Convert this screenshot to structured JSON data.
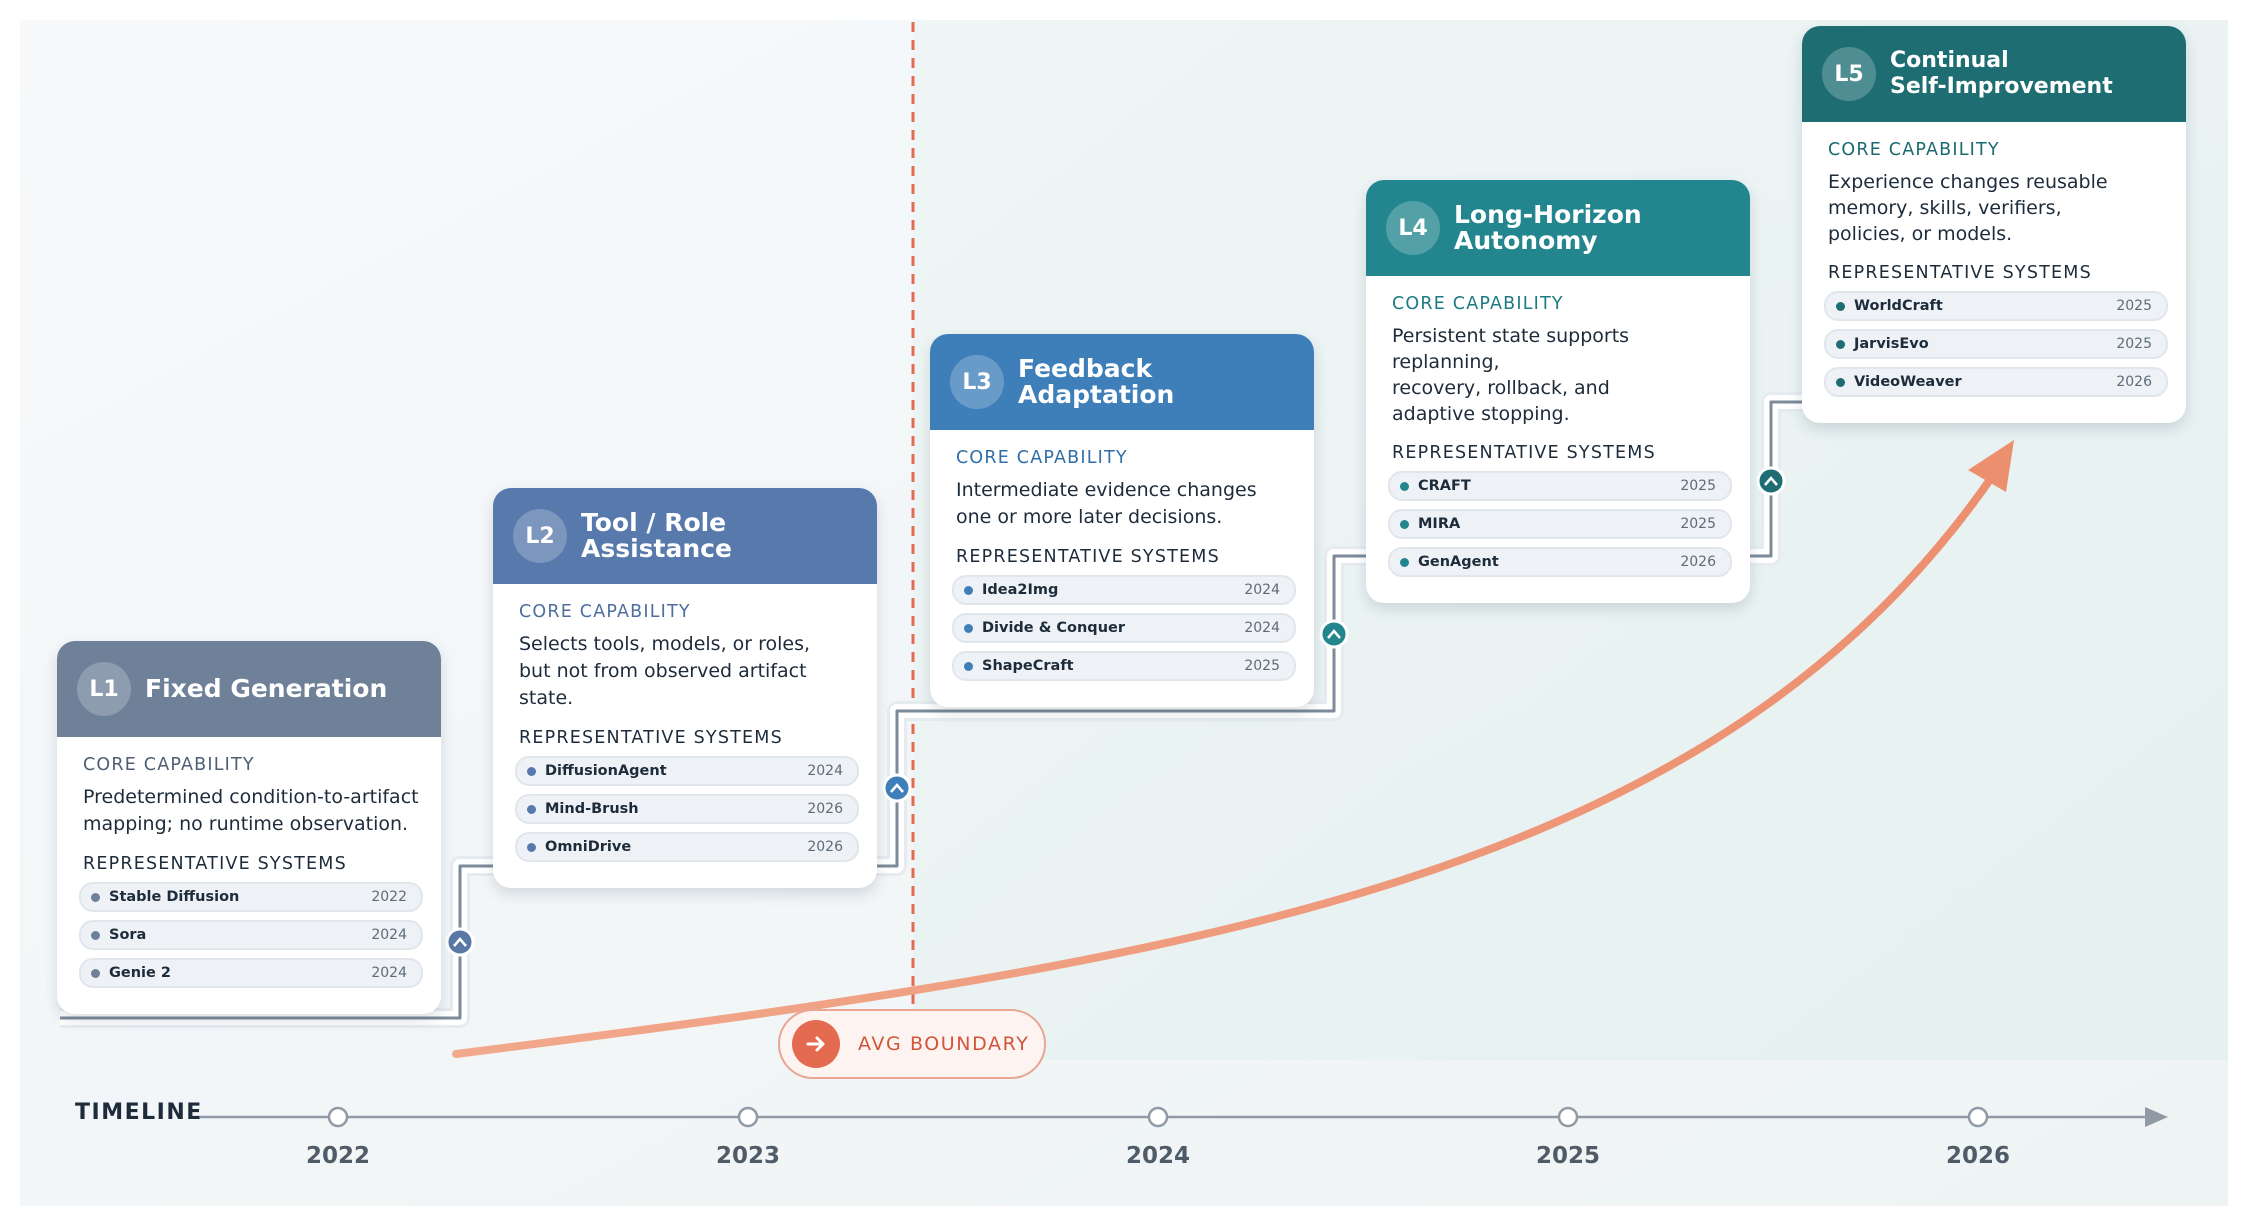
{
  "colors": {
    "l1": "#6e8199",
    "l2": "#5879ab",
    "l3": "#3f7fb9",
    "l4": "#23868e",
    "l5": "#1d6d72",
    "l1_label": "#4e5f73",
    "l2_label": "#4e6e9e",
    "l3_label": "#2f6fa8",
    "l4_label": "#1c7b82",
    "l5_label": "#1a6a6f",
    "curve": "#ee9a7d",
    "boundary": "#e46b4f"
  },
  "levels": [
    {
      "badge": "L1",
      "title_lines": [
        "Fixed Generation"
      ],
      "core_label": "CORE CAPABILITY",
      "capability_lines": [
        "Predetermined condition-to-artifact",
        "mapping; no runtime observation."
      ],
      "rep_label": "REPRESENTATIVE SYSTEMS",
      "systems": [
        {
          "name": "Stable Diffusion",
          "year": "2022"
        },
        {
          "name": "Sora",
          "year": "2024"
        },
        {
          "name": "Genie 2",
          "year": "2024"
        }
      ]
    },
    {
      "badge": "L2",
      "title_lines": [
        "Tool / Role Assistance"
      ],
      "core_label": "CORE CAPABILITY",
      "capability_lines": [
        "Selects tools, models, or roles,",
        "but not from observed artifact state."
      ],
      "rep_label": "REPRESENTATIVE SYSTEMS",
      "systems": [
        {
          "name": "DiffusionAgent",
          "year": "2024"
        },
        {
          "name": "Mind-Brush",
          "year": "2026"
        },
        {
          "name": "OmniDrive",
          "year": "2026"
        }
      ]
    },
    {
      "badge": "L3",
      "title_lines": [
        "Feedback Adaptation"
      ],
      "core_label": "CORE CAPABILITY",
      "capability_lines": [
        "Intermediate evidence changes",
        "one or more later decisions."
      ],
      "rep_label": "REPRESENTATIVE SYSTEMS",
      "systems": [
        {
          "name": "Idea2Img",
          "year": "2024"
        },
        {
          "name": "Divide & Conquer",
          "year": "2024"
        },
        {
          "name": "ShapeCraft",
          "year": "2025"
        }
      ]
    },
    {
      "badge": "L4",
      "title_lines": [
        "Long-Horizon Autonomy"
      ],
      "core_label": "CORE CAPABILITY",
      "capability_lines": [
        "Persistent state supports replanning,",
        "recovery, rollback, and",
        "adaptive stopping."
      ],
      "rep_label": "REPRESENTATIVE SYSTEMS",
      "systems": [
        {
          "name": "CRAFT",
          "year": "2025"
        },
        {
          "name": "MIRA",
          "year": "2025"
        },
        {
          "name": "GenAgent",
          "year": "2026"
        }
      ]
    },
    {
      "badge": "L5",
      "title_lines": [
        "Continual",
        "Self-Improvement"
      ],
      "core_label": "CORE CAPABILITY",
      "capability_lines": [
        "Experience changes reusable",
        "memory, skills, verifiers,",
        "policies, or models."
      ],
      "rep_label": "REPRESENTATIVE SYSTEMS",
      "systems": [
        {
          "name": "WorldCraft",
          "year": "2025"
        },
        {
          "name": "JarvisEvo",
          "year": "2025"
        },
        {
          "name": "VideoWeaver",
          "year": "2026"
        }
      ]
    }
  ],
  "boundary": {
    "label": "AVG BOUNDARY",
    "icon": "arrow-right-icon"
  },
  "timeline": {
    "label": "TIMELINE",
    "years": [
      "2022",
      "2023",
      "2024",
      "2025",
      "2026"
    ]
  }
}
